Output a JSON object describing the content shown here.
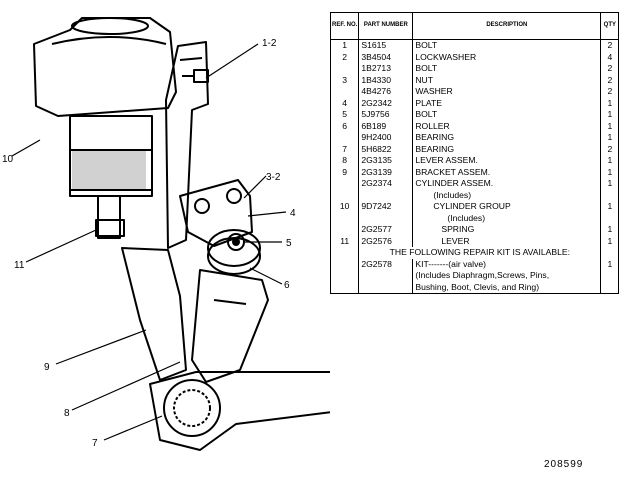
{
  "table": {
    "headers": {
      "ref": "REF. NO.",
      "part": "PART NUMBER",
      "desc": "DESCRIPTION",
      "qty": "QTY"
    },
    "rows": [
      {
        "ref": "1",
        "part": "S1615",
        "desc": "BOLT",
        "qty": "2"
      },
      {
        "ref": "2",
        "part": "3B4504",
        "desc": "LOCKWASHER",
        "qty": "4"
      },
      {
        "ref": "",
        "part": "1B2713",
        "desc": "BOLT",
        "qty": "2"
      },
      {
        "ref": "3",
        "part": "1B4330",
        "desc": "NUT",
        "qty": "2"
      },
      {
        "ref": "",
        "part": "4B4276",
        "desc": "WASHER",
        "qty": "2"
      },
      {
        "ref": "4",
        "part": "2G2342",
        "desc": "PLATE",
        "qty": "1"
      },
      {
        "ref": "5",
        "part": "5J9756",
        "desc": "BOLT",
        "qty": "1"
      },
      {
        "ref": "6",
        "part": "6B189",
        "desc": "ROLLER",
        "qty": "1"
      },
      {
        "ref": "",
        "part": "9H2400",
        "desc": "BEARING",
        "qty": "1"
      },
      {
        "ref": "7",
        "part": "5H6822",
        "desc": "BEARING",
        "qty": "2"
      },
      {
        "ref": "8",
        "part": "2G3135",
        "desc": "LEVER ASSEM.",
        "qty": "1"
      },
      {
        "ref": "9",
        "part": "2G3139",
        "desc": "BRACKET ASSEM.",
        "qty": "1"
      },
      {
        "ref": "",
        "part": "2G2374",
        "desc": "CYLINDER ASSEM.",
        "qty": "1"
      },
      {
        "ref": "",
        "part": "",
        "desc": "(Includes)",
        "qty": ""
      },
      {
        "ref": "10",
        "part": "9D7242",
        "desc": "CYLINDER GROUP",
        "qty": "1"
      },
      {
        "ref": "",
        "part": "",
        "desc": "(Includes)",
        "qty": ""
      },
      {
        "ref": "",
        "part": "2G2577",
        "desc": "SPRING",
        "qty": "1"
      },
      {
        "ref": "11",
        "part": "2G2576",
        "desc": "LEVER",
        "qty": "1"
      },
      {
        "ref": "",
        "part": "",
        "desc": "THE FOLLOWING REPAIR KIT IS AVAILABLE:",
        "qty": ""
      },
      {
        "ref": "",
        "part": "2G2578",
        "desc": "KIT",
        "desc_suffix": "(air valve)",
        "qty": "1"
      },
      {
        "ref": "",
        "part": "",
        "desc": "(Includes Diaphragm,Screws, Pins,",
        "qty": ""
      },
      {
        "ref": "",
        "part": "",
        "desc": "Bushing, Boot, Clevis, and Ring)",
        "qty": ""
      }
    ]
  },
  "callouts": {
    "c12": "1-2",
    "c32": "3-2",
    "c4": "4",
    "c5": "5",
    "c6": "6",
    "c7": "7",
    "c8": "8",
    "c9": "9",
    "c10": "10",
    "c11": "11"
  },
  "drawing_number": "208599"
}
